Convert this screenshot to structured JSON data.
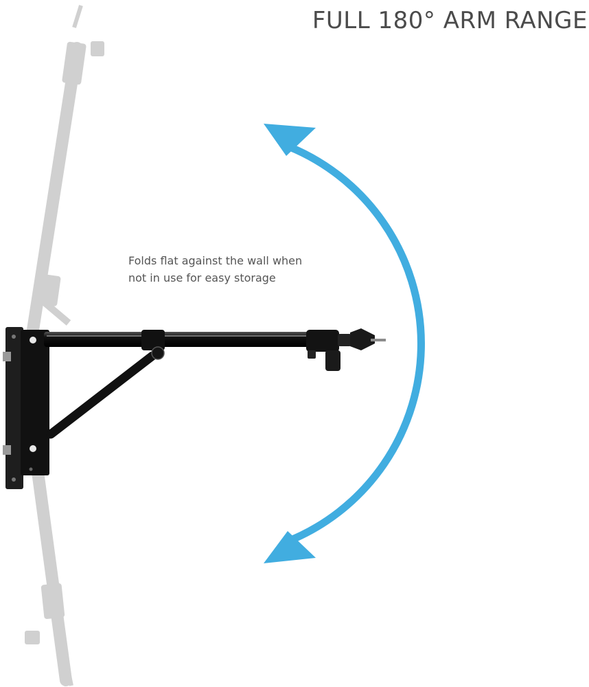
{
  "headline": "FULL 180° ARM RANGE",
  "caption": {
    "line1": "Folds flat against the wall when",
    "line2": "not in use for easy storage"
  },
  "colors": {
    "arrow": "#41ade0",
    "hardware": "#1a1a1a",
    "ghost_arm": "#c9c9c9",
    "text": "#4b4b4b"
  }
}
